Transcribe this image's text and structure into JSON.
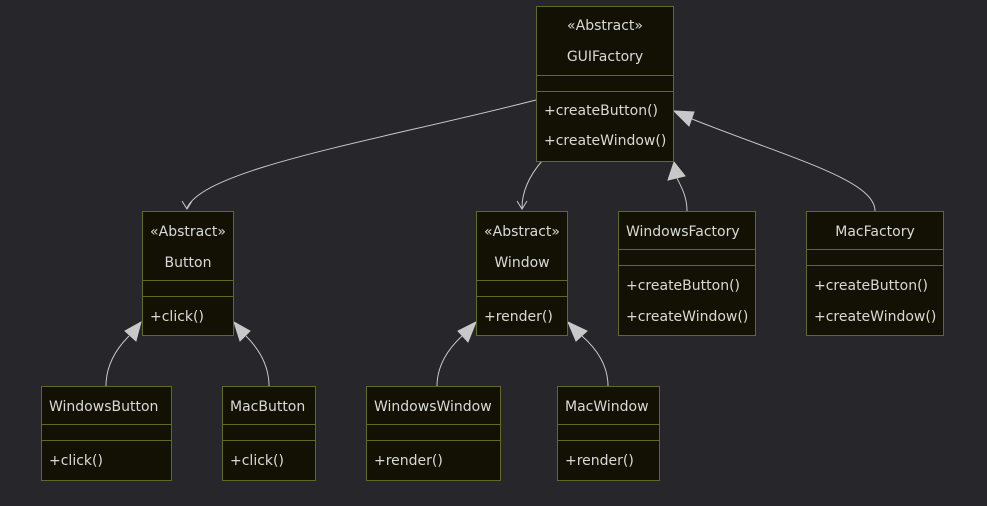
{
  "diagram": {
    "classes": {
      "guifactory": {
        "stereotype": "«Abstract»",
        "name": "GUIFactory",
        "methods": [
          "+createButton()",
          "+createWindow()"
        ]
      },
      "button": {
        "stereotype": "«Abstract»",
        "name": "Button",
        "methods": [
          "+click()"
        ]
      },
      "window": {
        "stereotype": "«Abstract»",
        "name": "Window",
        "methods": [
          "+render()"
        ]
      },
      "windowsfactory": {
        "name": "WindowsFactory",
        "methods": [
          "+createButton()",
          "+createWindow()"
        ]
      },
      "macfactory": {
        "name": "MacFactory",
        "methods": [
          "+createButton()",
          "+createWindow()"
        ]
      },
      "windowsbutton": {
        "name": "WindowsButton",
        "methods": [
          "+click()"
        ]
      },
      "macbutton": {
        "name": "MacButton",
        "methods": [
          "+click()"
        ]
      },
      "windowswindow": {
        "name": "WindowsWindow",
        "methods": [
          "+render()"
        ]
      },
      "macwindow": {
        "name": "MacWindow",
        "methods": [
          "+render()"
        ]
      }
    },
    "relations": [
      {
        "from": "guifactory",
        "to": "button",
        "type": "association"
      },
      {
        "from": "guifactory",
        "to": "window",
        "type": "association"
      },
      {
        "from": "windowsfactory",
        "to": "guifactory",
        "type": "inheritance"
      },
      {
        "from": "macfactory",
        "to": "guifactory",
        "type": "inheritance"
      },
      {
        "from": "windowsbutton",
        "to": "button",
        "type": "inheritance"
      },
      {
        "from": "macbutton",
        "to": "button",
        "type": "inheritance"
      },
      {
        "from": "windowswindow",
        "to": "window",
        "type": "inheritance"
      },
      {
        "from": "macwindow",
        "to": "window",
        "type": "inheritance"
      }
    ]
  }
}
